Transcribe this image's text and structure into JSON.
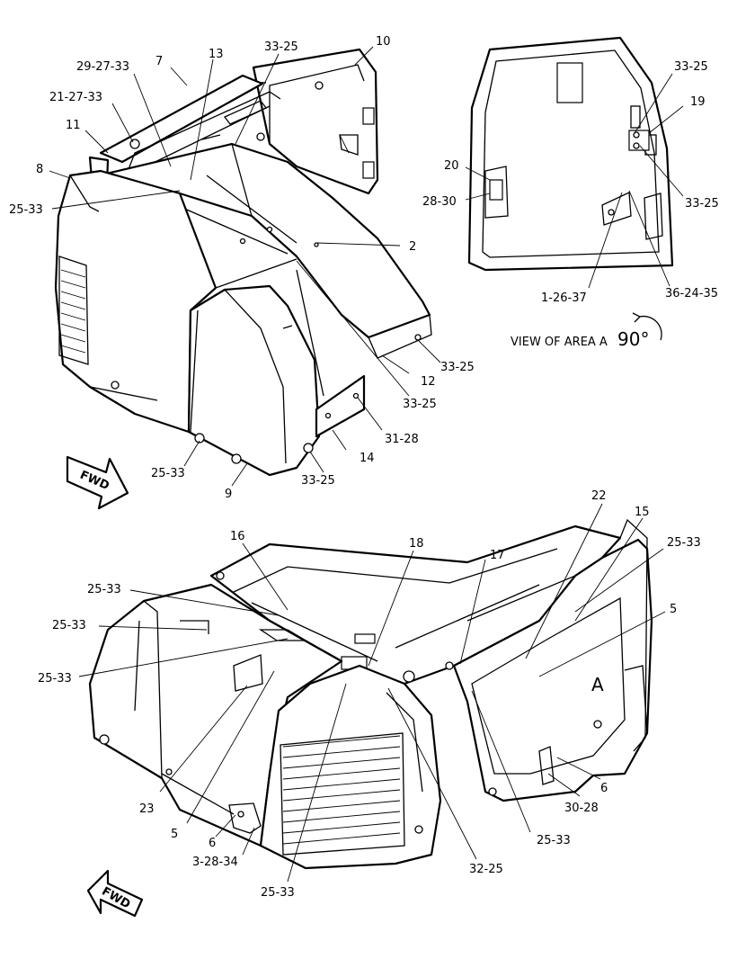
{
  "view_caption": "VIEW OF AREA  A",
  "rotation": "90°",
  "area_marker": "A",
  "fwd": "FWD",
  "callouts": [
    "29-27-33",
    "7",
    "13",
    "33-25",
    "10",
    "21-27-33",
    "11",
    "8",
    "25-33",
    "2",
    "12",
    "33-25",
    "33-25",
    "31-28",
    "14",
    "25-33",
    "9",
    "33-25",
    "33-25",
    "19",
    "20",
    "28-30",
    "33-25",
    "1-26-37",
    "36-24-35",
    "16",
    "18",
    "22",
    "15",
    "25-33",
    "25-33",
    "25-33",
    "17",
    "5",
    "25-33",
    "A",
    "23",
    "5",
    "6",
    "3-28-34",
    "25-33",
    "32-25",
    "6",
    "30-28",
    "25-33"
  ]
}
